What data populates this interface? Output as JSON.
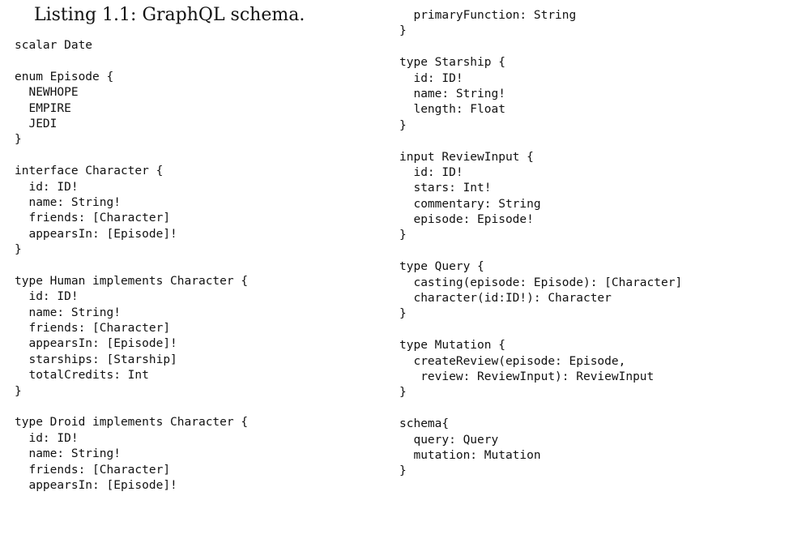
{
  "listing": {
    "caption": "Listing 1.1: GraphQL schema.",
    "left_column": [
      "scalar Date",
      "",
      "enum Episode {",
      "  NEWHOPE",
      "  EMPIRE",
      "  JEDI",
      "}",
      "",
      "interface Character {",
      "  id: ID!",
      "  name: String!",
      "  friends: [Character]",
      "  appearsIn: [Episode]!",
      "}",
      "",
      "type Human implements Character {",
      "  id: ID!",
      "  name: String!",
      "  friends: [Character]",
      "  appearsIn: [Episode]!",
      "  starships: [Starship]",
      "  totalCredits: Int",
      "}",
      "",
      "type Droid implements Character {",
      "  id: ID!",
      "  name: String!",
      "  friends: [Character]",
      "  appearsIn: [Episode]!"
    ],
    "right_column": [
      "  primaryFunction: String",
      "}",
      "",
      "type Starship {",
      "  id: ID!",
      "  name: String!",
      "  length: Float",
      "}",
      "",
      "input ReviewInput {",
      "  id: ID!",
      "  stars: Int!",
      "  commentary: String",
      "  episode: Episode!",
      "}",
      "",
      "type Query {",
      "  casting(episode: Episode): [Character]",
      "  character(id:ID!): Character",
      "}",
      "",
      "type Mutation {",
      "  createReview(episode: Episode,",
      "   review: ReviewInput): ReviewInput",
      "}",
      "",
      "schema{",
      "  query: Query",
      "  mutation: Mutation",
      "}"
    ]
  }
}
